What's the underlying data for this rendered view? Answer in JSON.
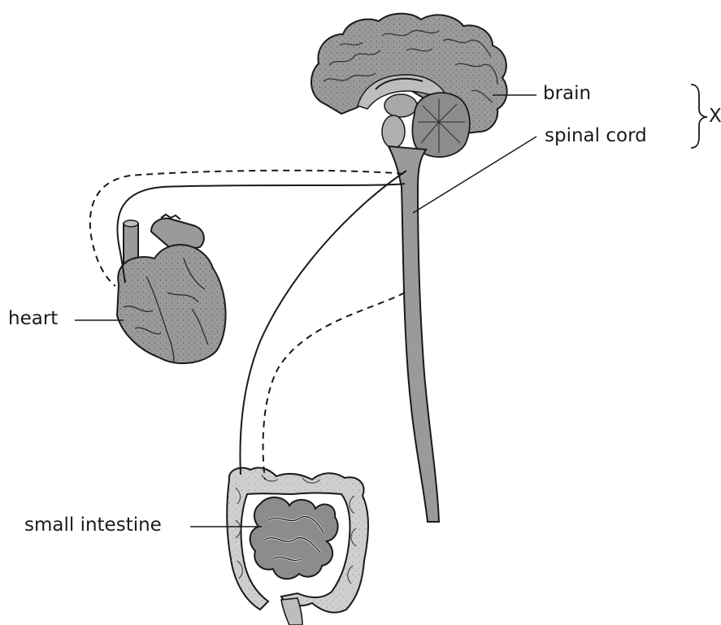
{
  "labels": {
    "brain": "brain",
    "spinal_cord": "spinal cord",
    "heart": "heart",
    "small_intestine": "small intestine",
    "group_marker": "X"
  },
  "colors": {
    "organ_fill": "#9a9a9a",
    "organ_dark": "#6e6e6e",
    "organ_light": "#c9c9c9",
    "line": "#1a1a1a"
  },
  "icons": {
    "brain": "brain-illustration",
    "spinal_cord": "spinal-cord-illustration",
    "heart": "heart-illustration",
    "intestine": "intestine-illustration"
  }
}
